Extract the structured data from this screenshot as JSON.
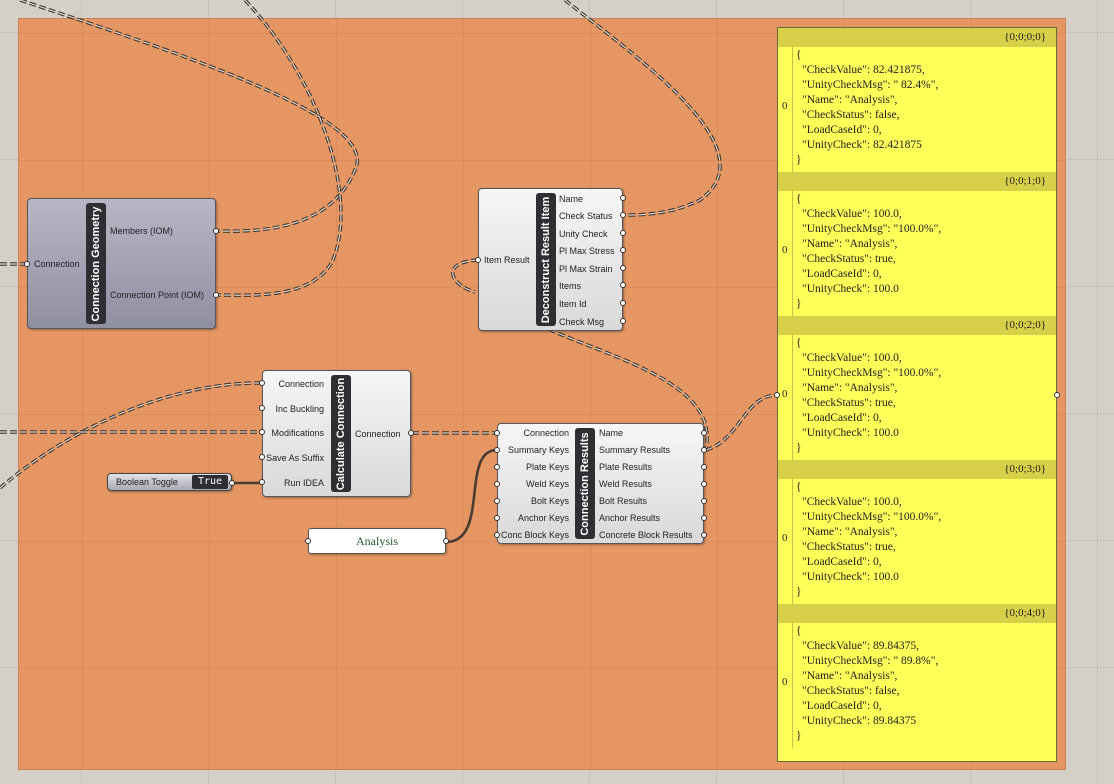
{
  "components": {
    "connection_geometry": {
      "title": "Connection Geometry",
      "inputs": [
        "Connection"
      ],
      "outputs": [
        "Members (IOM)",
        "Connection Point (IOM)"
      ]
    },
    "deconstruct_result_item": {
      "title": "Deconstruct Result Item",
      "inputs": [
        "Item Result"
      ],
      "outputs": [
        "Name",
        "Check Status",
        "Unity Check",
        "Pl Max Stress",
        "Pl Max Strain",
        "Items",
        "Item Id",
        "Check Msg"
      ]
    },
    "calculate_connection": {
      "title": "Calculate Connection",
      "inputs": [
        "Connection",
        "Inc Buckling",
        "Modifications",
        "Save As Suffix",
        "Run IDEA"
      ],
      "outputs": [
        "Connection"
      ]
    },
    "connection_results": {
      "title": "Connection Results",
      "inputs": [
        "Connection",
        "Summary Keys",
        "Plate Keys",
        "Weld Keys",
        "Bolt Keys",
        "Anchor Keys",
        "Conc Block Keys"
      ],
      "outputs": [
        "Name",
        "Summary Results",
        "Plate Results",
        "Weld Results",
        "Bolt Results",
        "Anchor Results",
        "Concrete Block Results"
      ]
    }
  },
  "boolean_toggle": {
    "label": "Boolean Toggle",
    "value": "True"
  },
  "text_panel": {
    "value": "Analysis"
  },
  "output_panel": {
    "branches": [
      {
        "path": "{0;0;0;0}",
        "index": "0",
        "lines": [
          "{",
          "\"CheckValue\": 82.421875,",
          "\"UnityCheckMsg\": \" 82.4%\",",
          "\"Name\": \"Analysis\",",
          "\"CheckStatus\": false,",
          "\"LoadCaseId\": 0,",
          "\"UnityCheck\": 82.421875",
          "}"
        ]
      },
      {
        "path": "{0;0;1;0}",
        "index": "0",
        "lines": [
          "{",
          "\"CheckValue\": 100.0,",
          "\"UnityCheckMsg\": \"100.0%\",",
          "\"Name\": \"Analysis\",",
          "\"CheckStatus\": true,",
          "\"LoadCaseId\": 0,",
          "\"UnityCheck\": 100.0",
          "}"
        ]
      },
      {
        "path": "{0;0;2;0}",
        "index": "0",
        "lines": [
          "{",
          "\"CheckValue\": 100.0,",
          "\"UnityCheckMsg\": \"100.0%\",",
          "\"Name\": \"Analysis\",",
          "\"CheckStatus\": true,",
          "\"LoadCaseId\": 0,",
          "\"UnityCheck\": 100.0",
          "}"
        ]
      },
      {
        "path": "{0;0;3;0}",
        "index": "0",
        "lines": [
          "{",
          "\"CheckValue\": 100.0,",
          "\"UnityCheckMsg\": \"100.0%\",",
          "\"Name\": \"Analysis\",",
          "\"CheckStatus\": true,",
          "\"LoadCaseId\": 0,",
          "\"UnityCheck\": 100.0",
          "}"
        ]
      },
      {
        "path": "{0;0;4;0}",
        "index": "0",
        "lines": [
          "{",
          "\"CheckValue\": 89.84375,",
          "\"UnityCheckMsg\": \" 89.8%\",",
          "\"Name\": \"Analysis\",",
          "\"CheckStatus\": false,",
          "\"LoadCaseId\": 0,",
          "\"UnityCheck\": 89.84375",
          "}"
        ]
      }
    ]
  }
}
